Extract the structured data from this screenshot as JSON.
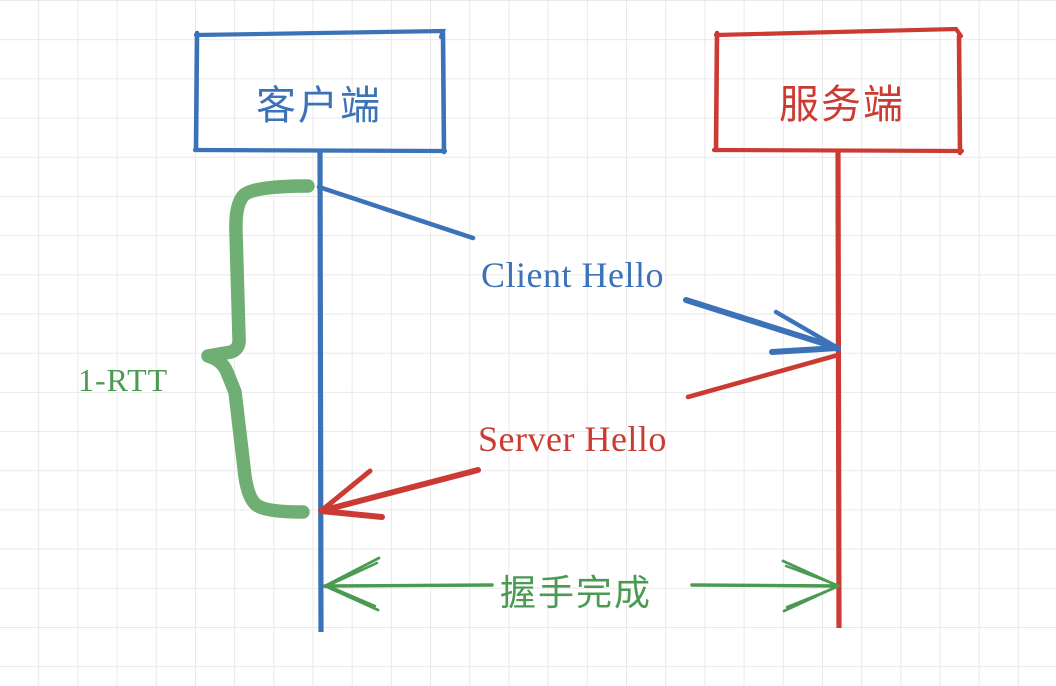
{
  "diagram": {
    "title_kind": "tls-1rtt-handshake-sequence-diagram",
    "colors": {
      "client_blue": "#3b72b8",
      "server_red": "#cc3b33",
      "accent_green": "#63a867",
      "grid_line": "#e9e9e9",
      "background": "#ffffff"
    },
    "nodes": [
      {
        "id": "client",
        "label": "客户端",
        "color": "#3b72b8"
      },
      {
        "id": "server",
        "label": "服务端",
        "color": "#cc3b33"
      }
    ],
    "messages": [
      {
        "id": "client-hello",
        "label": "Client Hello",
        "color": "#3b72b8",
        "direction": "client-to-server"
      },
      {
        "id": "server-hello",
        "label": "Server Hello",
        "color": "#cc3b33",
        "direction": "server-to-client"
      },
      {
        "id": "handshake-done",
        "label": "握手完成",
        "color": "#4a9a52",
        "direction": "bidirectional"
      }
    ],
    "annotations": [
      {
        "id": "rtt",
        "label": "1-RTT",
        "color": "#4a9a52"
      }
    ]
  }
}
